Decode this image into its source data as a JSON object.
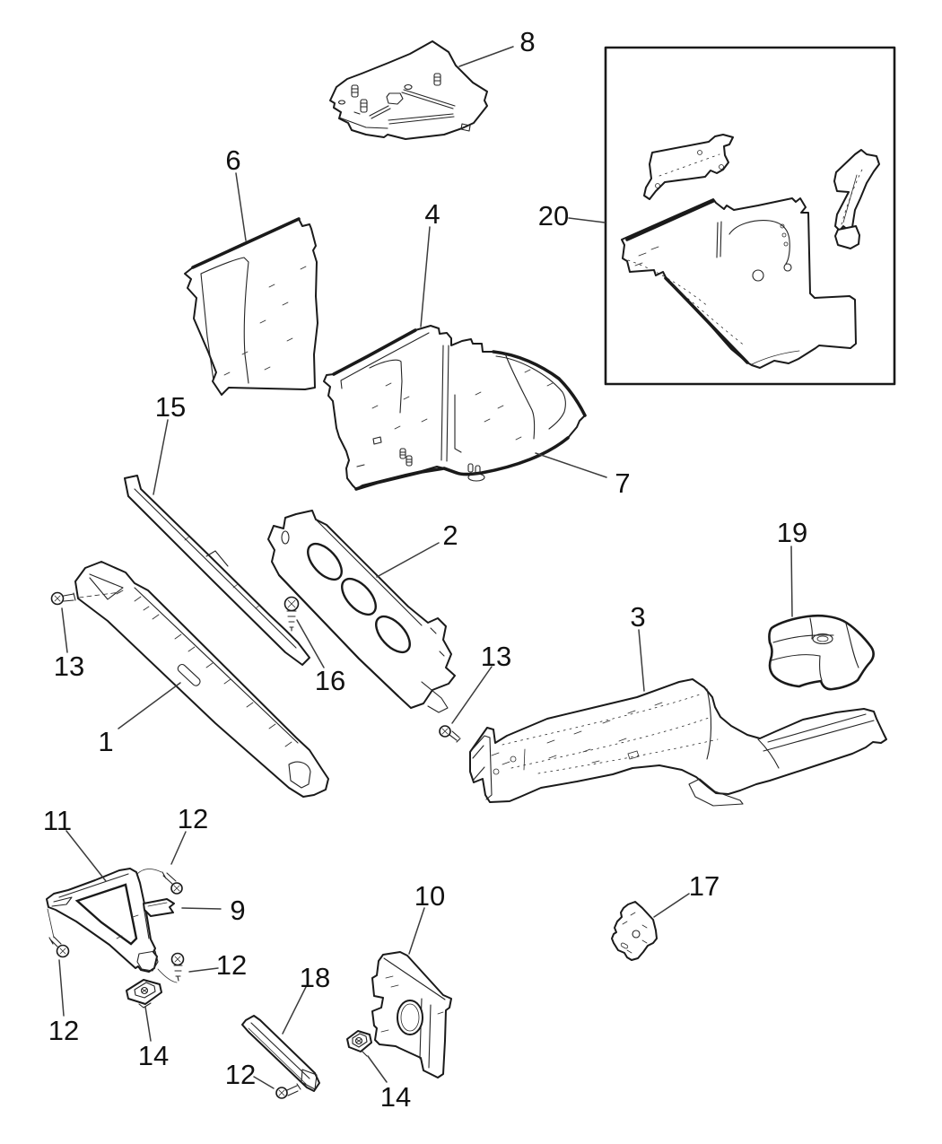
{
  "diagram": {
    "colors": {
      "line": "#1a1a1a",
      "background": "#ffffff",
      "label": "#111111"
    },
    "callouts": [
      {
        "label": "8"
      },
      {
        "label": "6"
      },
      {
        "label": "4"
      },
      {
        "label": "20"
      },
      {
        "label": "7"
      },
      {
        "label": "15"
      },
      {
        "label": "2"
      },
      {
        "label": "19"
      },
      {
        "label": "13"
      },
      {
        "label": "16"
      },
      {
        "label": "1"
      },
      {
        "label": "13"
      },
      {
        "label": "3"
      },
      {
        "label": "11"
      },
      {
        "label": "12"
      },
      {
        "label": "9"
      },
      {
        "label": "12"
      },
      {
        "label": "12"
      },
      {
        "label": "14"
      },
      {
        "label": "10"
      },
      {
        "label": "18"
      },
      {
        "label": "17"
      },
      {
        "label": "12"
      },
      {
        "label": "14"
      }
    ]
  }
}
